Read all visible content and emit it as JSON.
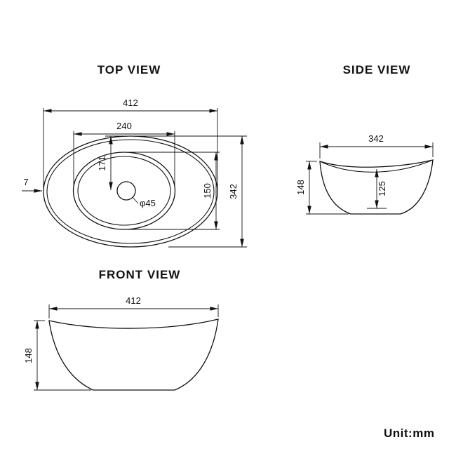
{
  "titles": {
    "top": "TOP VIEW",
    "side": "SIDE VIEW",
    "front": "FRONT VIEW"
  },
  "unit": "Unit:mm",
  "colors": {
    "line": "#111111",
    "background": "#ffffff"
  },
  "dimensions": {
    "top_view": {
      "overall_width": "412",
      "basin_width": "240",
      "center_offset": "171",
      "basin_depth": "150",
      "overall_depth": "342",
      "rim_thickness": "7",
      "drain_diameter": "φ45"
    },
    "side_view": {
      "overall_width": "342",
      "overall_height": "148",
      "inner_depth": "125"
    },
    "front_view": {
      "overall_width": "412",
      "overall_height": "148"
    }
  }
}
